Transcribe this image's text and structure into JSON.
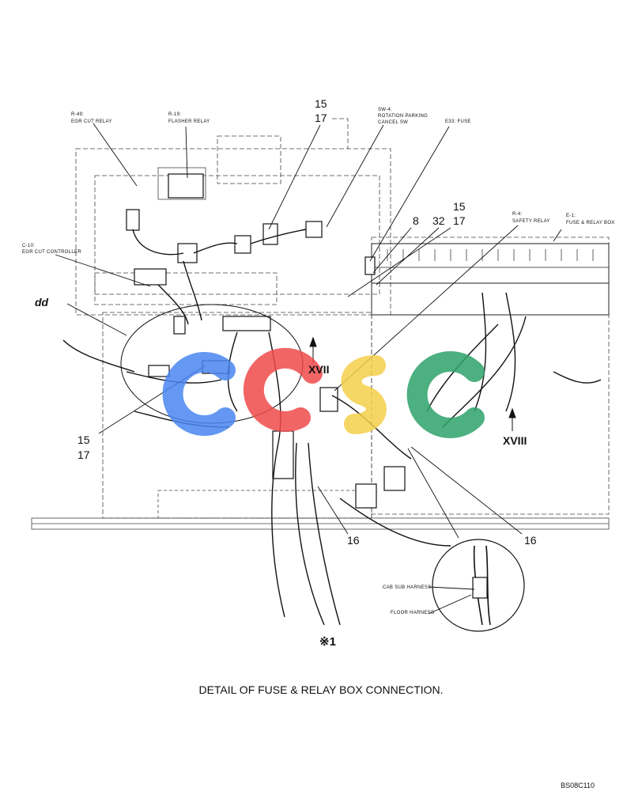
{
  "labels": {
    "r49_id": "R-49:",
    "r49_name": "EGR CUT RELAY",
    "r19_id": "R-19:",
    "r19_name": "FLASHER RELAY",
    "sw4_id": "SW-4:",
    "sw4_name1": "ROTATION PARKING",
    "sw4_name2": "CANCEL SW",
    "e33": "E33: FUSE",
    "c10_id": "C-10:",
    "c10_name": "EGR CUT CONTROLLER",
    "r4_id": "R-4:",
    "r4_name": "SAFETY RELAY",
    "e1_id": "E-1:",
    "e1_name": "FUSE & RELAY BOX",
    "cab_sub": "CAB SUB HARNESS",
    "floor": "FLOOR HARNESS"
  },
  "callouts": {
    "n15_top": "15",
    "n17_top": "17",
    "n15_right": "15",
    "n17_right": "17",
    "n8": "8",
    "n32": "32",
    "n15_left": "15",
    "n17_left": "17",
    "n16_center": "16",
    "n16_right": "16",
    "dd": "dd",
    "view17": "XVII",
    "view18": "XVIII",
    "mark": "※1"
  },
  "caption": "DETAIL OF FUSE & RELAY BOX CONNECTION.",
  "drawing_code": "BS08C110",
  "colors": {
    "line": "#111111",
    "frame": "#333333",
    "watermark_blue": "#4a86f0",
    "watermark_red": "#ef4b4b",
    "watermark_yellow": "#f5cf4a",
    "watermark_green": "#2fa36a"
  }
}
